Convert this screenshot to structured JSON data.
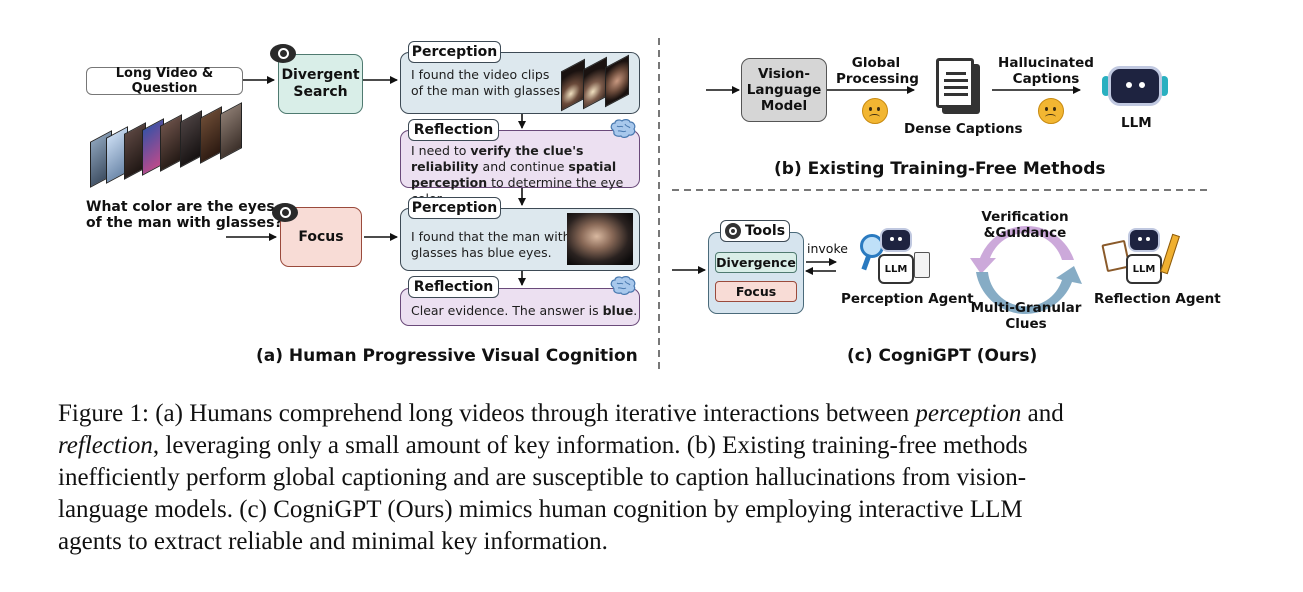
{
  "panel_a": {
    "input_label": "Long Video & Question",
    "question": [
      "What color are the eyes",
      "of the man with glasses?"
    ],
    "divergent_search": [
      "Divergent",
      "Search"
    ],
    "focus": "Focus",
    "steps": [
      {
        "title": "Perception",
        "text": [
          "I found the video clips",
          "of the man with glasses."
        ]
      },
      {
        "title": "Reflection",
        "text_parts": [
          {
            "t": "I need to ",
            "b": false
          },
          {
            "t": "verify the clue's reliability",
            "b": true
          },
          {
            "t": " and continue ",
            "b": false
          },
          {
            "t": "spatial perception",
            "b": true
          },
          {
            "t": " to determine the eye color.",
            "b": false
          }
        ]
      },
      {
        "title": "Perception",
        "text": [
          "I found that the man with",
          "glasses has blue eyes."
        ]
      },
      {
        "title": "Reflection",
        "text_parts": [
          {
            "t": "Clear evidence. The answer is ",
            "b": false
          },
          {
            "t": "blue",
            "b": true
          },
          {
            "t": ".",
            "b": false
          }
        ]
      }
    ],
    "subtitle": "(a) Human Progressive Visual Cognition",
    "icons": [
      "eye-icon",
      "brain-icon",
      "video-frames-image"
    ]
  },
  "panel_b": {
    "vlm": [
      "Vision-",
      "Language",
      "Model"
    ],
    "global_processing": [
      "Global",
      "Processing"
    ],
    "dense_captions": "Dense Captions",
    "hallucinated_captions": [
      "Hallucinated",
      "Captions"
    ],
    "llm": "LLM",
    "subtitle": "(b) Existing Training-Free Methods",
    "icons": [
      "sad-face-icon",
      "document-icon",
      "robot-icon"
    ]
  },
  "panel_c": {
    "tools": "Tools",
    "divergence": "Divergence",
    "focus": "Focus",
    "invoke": "invoke",
    "perception_agent": "Perception Agent",
    "reflection_agent": "Reflection Agent",
    "agent_badge": "LLM",
    "cycle_top": [
      "Verification",
      "&Guidance"
    ],
    "cycle_bottom": [
      "Multi-Granular",
      "Clues"
    ],
    "subtitle": "(c) CogniGPT (Ours)"
  },
  "caption": {
    "lines": [
      [
        {
          "t": "Figure 1: (a) Humans comprehend long videos through iterative interactions between ",
          "i": false
        },
        {
          "t": "perception",
          "i": true
        },
        {
          "t": " and",
          "i": false
        }
      ],
      [
        {
          "t": "reflection",
          "i": true
        },
        {
          "t": ", leveraging only a small amount of key information. (b) Existing training-free methods",
          "i": false
        }
      ],
      [
        {
          "t": "inefficiently perform global captioning and are susceptible to caption hallucinations from vision-",
          "i": false
        }
      ],
      [
        {
          "t": "language models. (c) CogniGPT (Ours) mimics human cognition by employing interactive LLM",
          "i": false
        }
      ],
      [
        {
          "t": "agents to extract reliable and minimal key information.",
          "i": false
        }
      ]
    ]
  },
  "colors": {
    "perception_fill": "#dde8ee",
    "reflection_fill": "#ece0f1",
    "divergent_fill": "#d9eee8",
    "focus_fill": "#f8dcd6",
    "vlm_fill": "#d6d6d6",
    "cycle_purple": "#c9a4d8",
    "cycle_blue": "#7fa8c2"
  }
}
